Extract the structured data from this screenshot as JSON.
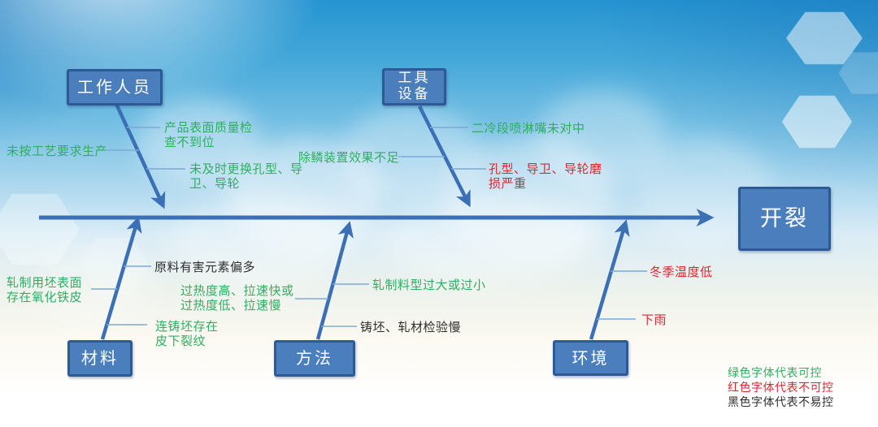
{
  "effect": {
    "label": "开裂"
  },
  "branches": {
    "workers": {
      "label": "工作人员"
    },
    "tools": {
      "label": "工具\n设备"
    },
    "materials": {
      "label": "材料"
    },
    "methods": {
      "label": "方法"
    },
    "environment": {
      "label": "环境"
    }
  },
  "causes": {
    "workers_1": {
      "text": "产品表面质量检\n查不到位",
      "control": "green"
    },
    "workers_2": {
      "text": "未按工艺要求生产",
      "control": "green"
    },
    "workers_3": {
      "text": "未及时更换孔型、导\n卫、导轮",
      "control": "green"
    },
    "tools_1": {
      "text": "二冷段喷淋嘴未对中",
      "control": "green"
    },
    "tools_2": {
      "text": "除鳞装置效果不足",
      "control": "green"
    },
    "tools_3": {
      "text": "孔型、导卫、导轮磨\n损严重",
      "control": "red"
    },
    "materials_1": {
      "text": "原料有害元素偏多",
      "control": "black"
    },
    "materials_2": {
      "text": "轧制用坯表面\n存在氧化铁皮",
      "control": "green"
    },
    "materials_3": {
      "text": "连铸坯存在\n皮下裂纹",
      "control": "green"
    },
    "methods_1": {
      "text": "轧制料型过大或过小",
      "control": "green"
    },
    "methods_2": {
      "text": "过热度高、拉速快或\n过热度低、拉速慢",
      "control": "green"
    },
    "methods_3": {
      "text": "铸坯、轧材检验慢",
      "control": "black"
    },
    "environment_1": {
      "text": "冬季温度低",
      "control": "red"
    },
    "environment_2": {
      "text": "下雨",
      "control": "red"
    }
  },
  "legend": {
    "green": {
      "text": "绿色字体代表可控",
      "control": "green"
    },
    "red": {
      "text": "红色字体代表不可控",
      "control": "red"
    },
    "black": {
      "text": "黑色字体代表不易控",
      "control": "black"
    }
  },
  "colors": {
    "controllable_green": "#2fae62",
    "uncontrollable_red": "#e02531",
    "hard_to_control_black": "#2e2e2e",
    "box_fill": "#4a7ebc",
    "box_border": "#2d5a94",
    "line_blue": "#3b6fb6"
  }
}
